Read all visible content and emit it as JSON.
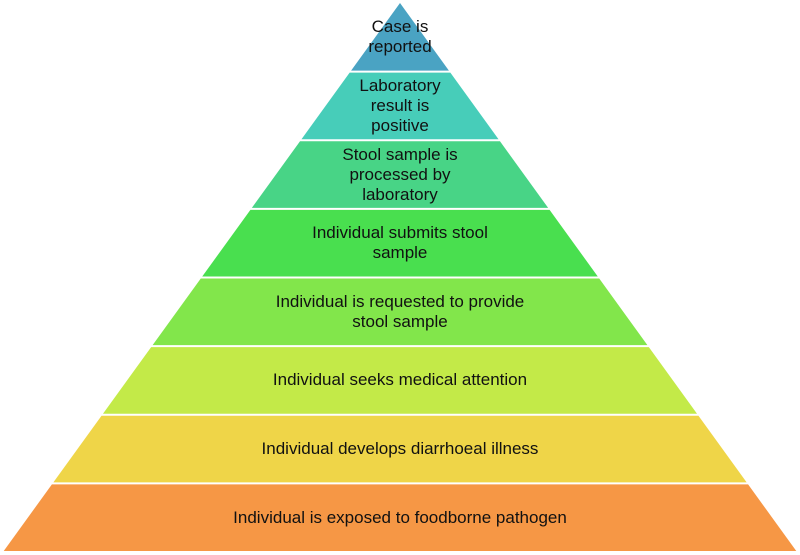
{
  "pyramid": {
    "levels": [
      {
        "label": "Case is reported",
        "lines": [
          "Case is",
          "reported"
        ],
        "color": "#4aa3c3"
      },
      {
        "label": "Laboratory result is positive",
        "lines": [
          "Laboratory",
          "result is",
          "positive"
        ],
        "color": "#47cdb9"
      },
      {
        "label": "Stool sample is processed by laboratory",
        "lines": [
          "Stool sample is",
          "processed by",
          "laboratory"
        ],
        "color": "#48d486"
      },
      {
        "label": "Individual submits stool sample",
        "lines": [
          "Individual submits stool",
          "sample"
        ],
        "color": "#49df4f"
      },
      {
        "label": "Individual is requested to provide stool sample",
        "lines": [
          "Individual is requested to provide",
          "stool sample"
        ],
        "color": "#82e64b"
      },
      {
        "label": "Individual seeks medical attention",
        "lines": [
          "Individual seeks medical attention"
        ],
        "color": "#c3ea48"
      },
      {
        "label": "Individual develops diarrhoeal illness",
        "lines": [
          "Individual develops diarrhoeal illness"
        ],
        "color": "#efd548"
      },
      {
        "label": "Individual is exposed to foodborne pathogen",
        "lines": [
          "Individual is exposed to foodborne pathogen"
        ],
        "color": "#f69745"
      }
    ]
  }
}
